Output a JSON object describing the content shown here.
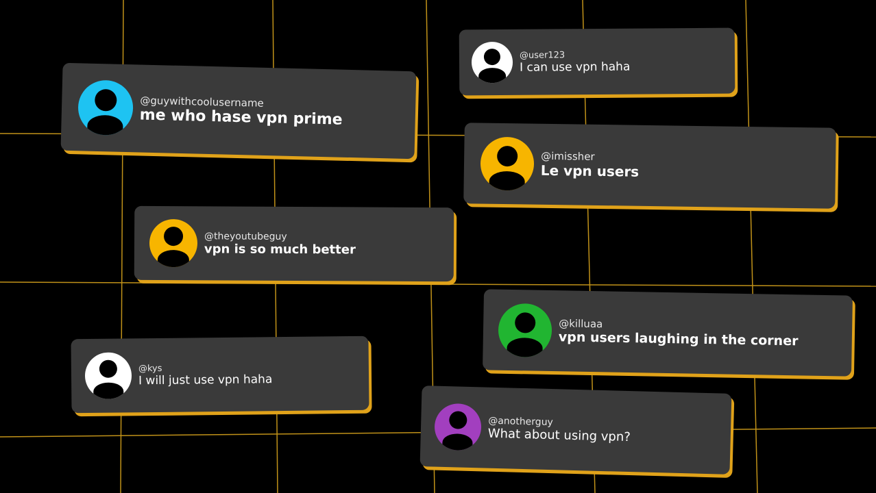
{
  "colors": {
    "background": "#000000",
    "grid_line": "#d6a21c",
    "card": "#3a3a3a",
    "card_shadow": "#e0a21a"
  },
  "posts": [
    {
      "handle": "@user123",
      "message": "I can use vpn haha",
      "avatar_color": "#ffffff"
    },
    {
      "handle": "@guywithcoolusername",
      "message": "me who hase vpn prime",
      "avatar_color": "#1ec3f2"
    },
    {
      "handle": "@imissher",
      "message": "Le vpn users",
      "avatar_color": "#f7b500"
    },
    {
      "handle": "@theyoutubeguy",
      "message": "vpn is so much better",
      "avatar_color": "#f7b500"
    },
    {
      "handle": "@killuaa",
      "message": "vpn users laughing in the corner",
      "avatar_color": "#21b531"
    },
    {
      "handle": "@kys",
      "message": "I will just use vpn haha",
      "avatar_color": "#ffffff"
    },
    {
      "handle": "@anotherguy",
      "message": "What about using vpn?",
      "avatar_color": "#a23fbf"
    }
  ]
}
